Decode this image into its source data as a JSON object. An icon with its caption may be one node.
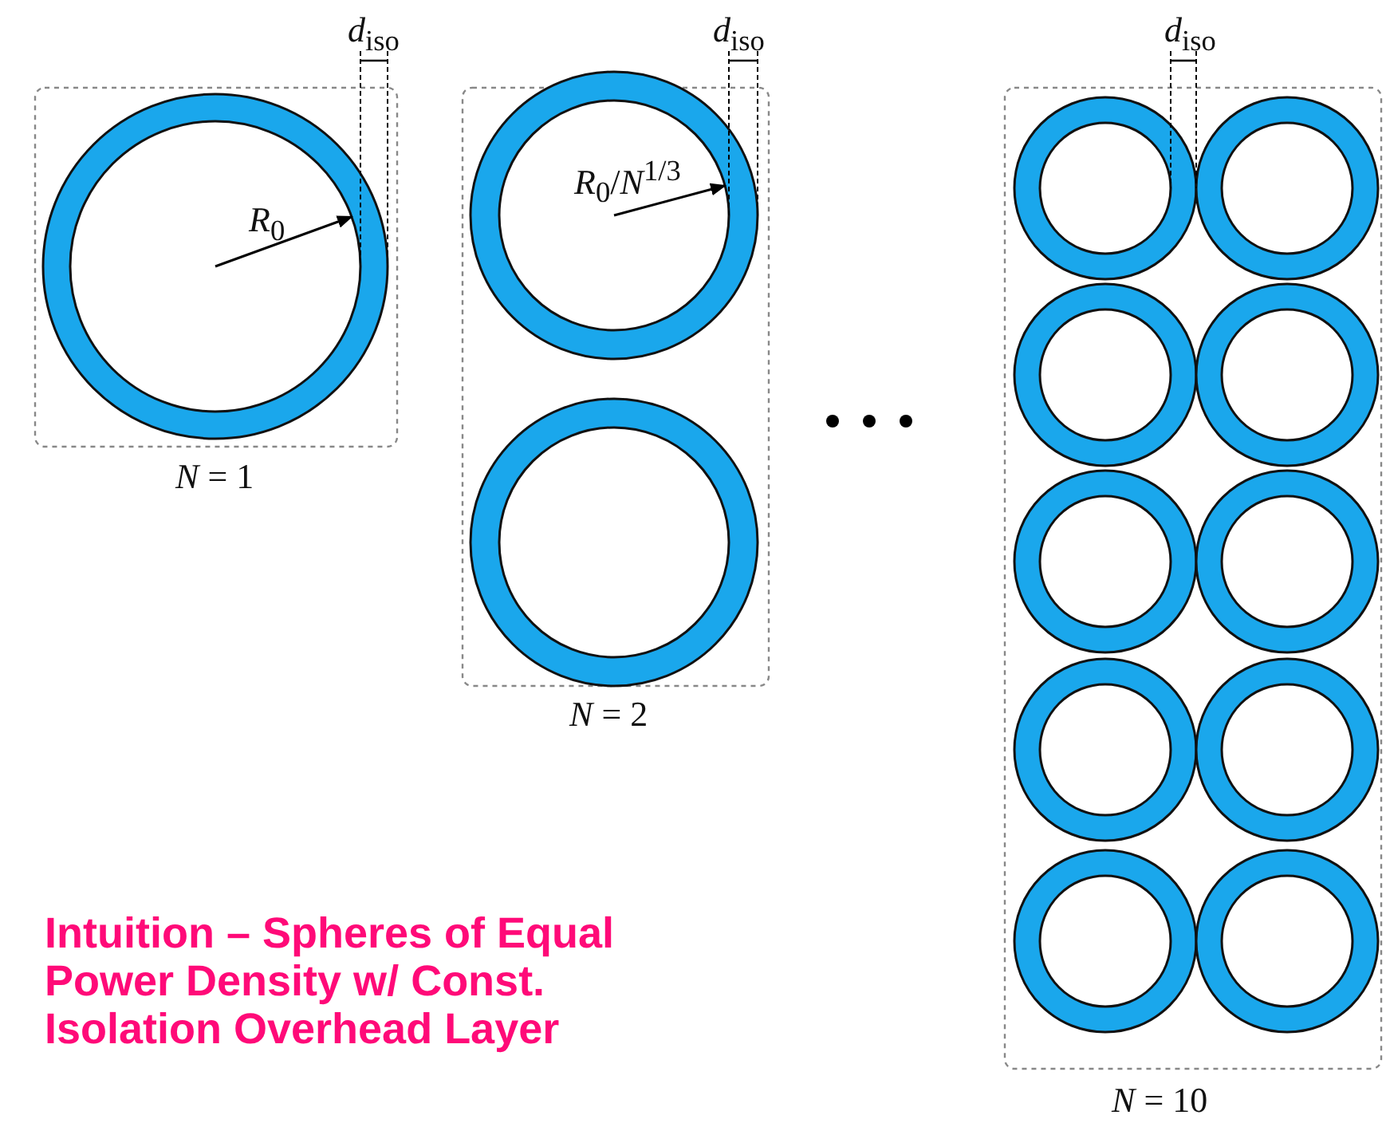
{
  "diagram": {
    "title": "Intuition – Spheres of Equal Power Density w/ Const. Isolation Overhead Layer",
    "labels": [
      "*d*$_{iso}$",
      "*d*$_{iso}$",
      "*d*$_{iso}$",
      "*R*$_{0}$",
      "*R*$_{0}$/*N*$^{1/3}$",
      "*N* = 1",
      "*N* = 2",
      "*N* = 10"
    ]
  }
}
